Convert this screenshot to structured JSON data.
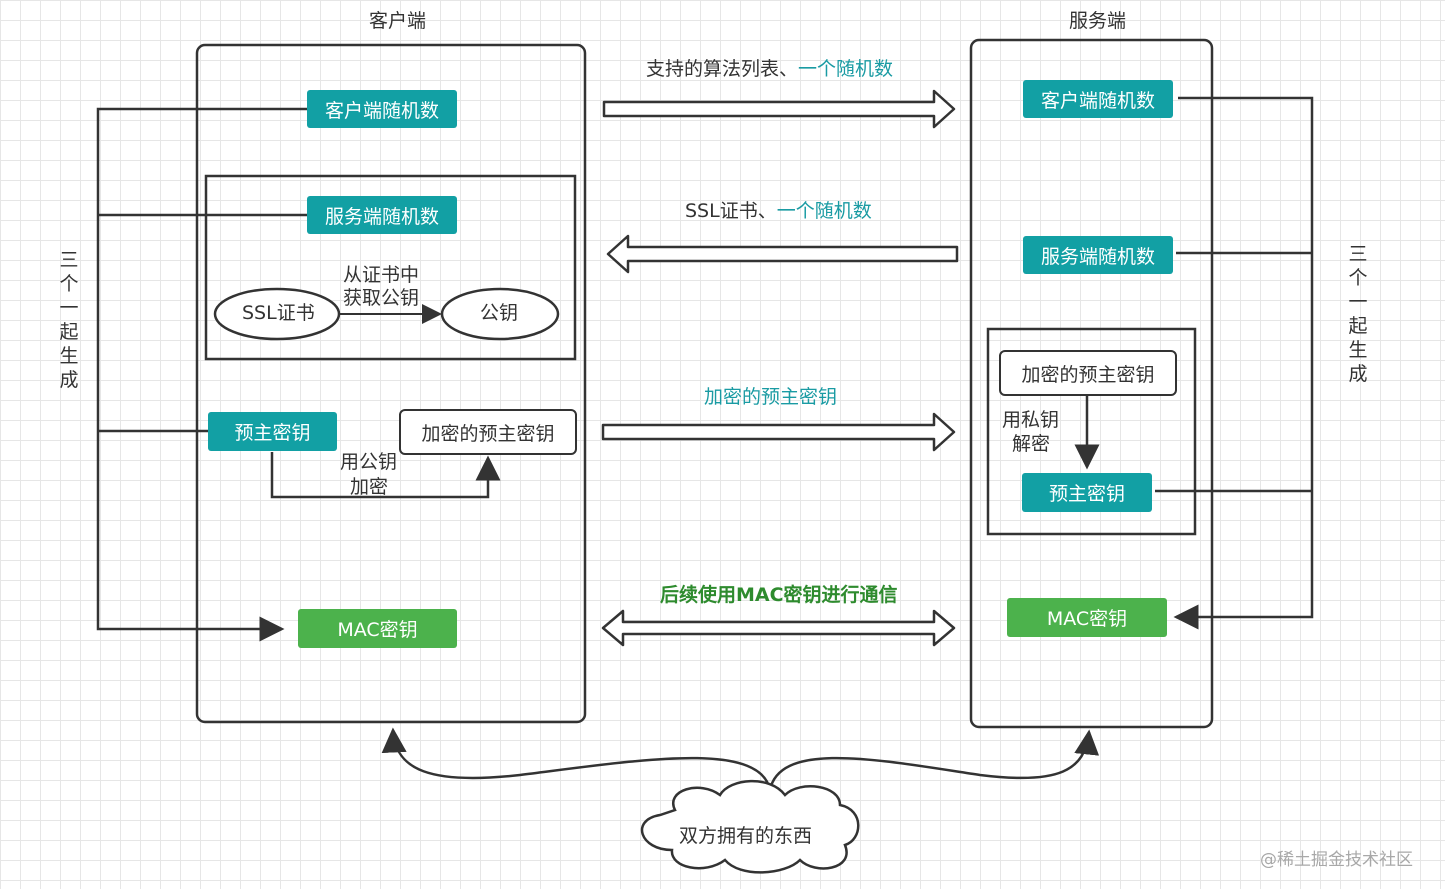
{
  "client": {
    "title": "客户端",
    "client_random": "客户端随机数",
    "server_random": "服务端随机数",
    "ssl_cert": "SSL证书",
    "extract_label_1": "从证书中",
    "extract_label_2": "获取公钥",
    "public_key": "公钥",
    "pre_master": "预主密钥",
    "encrypted_pre_master": "加密的预主密钥",
    "encrypt_label_1": "用公钥",
    "encrypt_label_2": "加密",
    "mac_key": "MAC密钥",
    "side_note": [
      "三",
      "个",
      "一",
      "起",
      "生",
      "成"
    ]
  },
  "server": {
    "title": "服务端",
    "client_random": "客户端随机数",
    "server_random": "服务端随机数",
    "encrypted_pre_master": "加密的预主密钥",
    "decrypt_label_1": "用私钥",
    "decrypt_label_2": "解密",
    "pre_master": "预主密钥",
    "mac_key": "MAC密钥",
    "side_note": [
      "三",
      "个",
      "一",
      "起",
      "生",
      "成"
    ]
  },
  "messages": {
    "msg1_plain": "支持的算法列表、",
    "msg1_accent": "一个随机数",
    "msg2_plain": "SSL证书、",
    "msg2_accent": "一个随机数",
    "msg3": "加密的预主密钥",
    "msg4": "后续使用MAC密钥进行通信"
  },
  "cloud": {
    "label": "双方拥有的东西"
  },
  "watermark": "@稀土掘金技术社区",
  "colors": {
    "teal": "#12a0a4",
    "green": "#4cb24c",
    "accent_text": "#1a9ba3",
    "bold_green": "#2e8b2e"
  }
}
